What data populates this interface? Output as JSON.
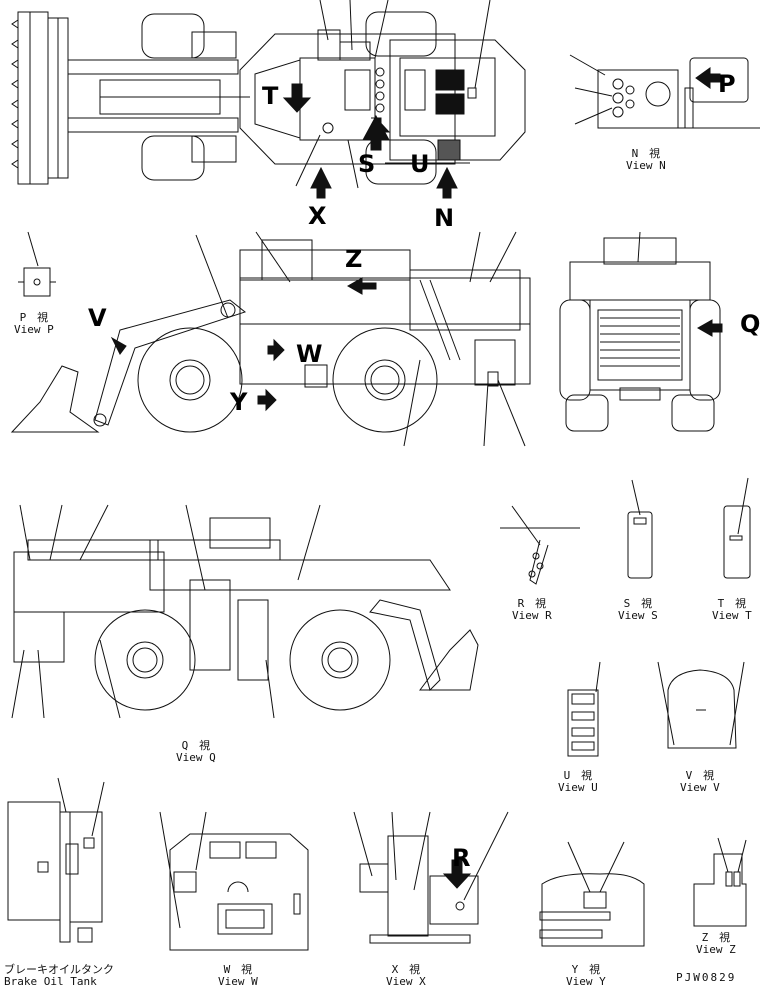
{
  "letters": {
    "T": "T",
    "S": "S",
    "U": "U",
    "X": "X",
    "N": "N",
    "V": "V",
    "Z": "Z",
    "W": "W",
    "Y": "Y",
    "Q": "Q",
    "P": "P",
    "R": "R"
  },
  "views": {
    "n": {
      "jp": "N　視",
      "en": "View N"
    },
    "p": {
      "jp": "P　視",
      "en": "View P"
    },
    "r": {
      "jp": "R　視",
      "en": "View R"
    },
    "s": {
      "jp": "S　視",
      "en": "View S"
    },
    "t": {
      "jp": "T　視",
      "en": "View T"
    },
    "q": {
      "jp": "Q　視",
      "en": "View Q"
    },
    "u": {
      "jp": "U　視",
      "en": "View U"
    },
    "v": {
      "jp": "V　視",
      "en": "View V"
    },
    "w": {
      "jp": "W　視",
      "en": "View W"
    },
    "x": {
      "jp": "X　視",
      "en": "View X"
    },
    "y": {
      "jp": "Y　視",
      "en": "View Y"
    },
    "z": {
      "jp": "Z　視",
      "en": "View Z"
    }
  },
  "brake_tank": {
    "jp": "ブレーキオイルタンク",
    "en": "Brake Oil Tank"
  },
  "drawing_no": "PJW0829"
}
